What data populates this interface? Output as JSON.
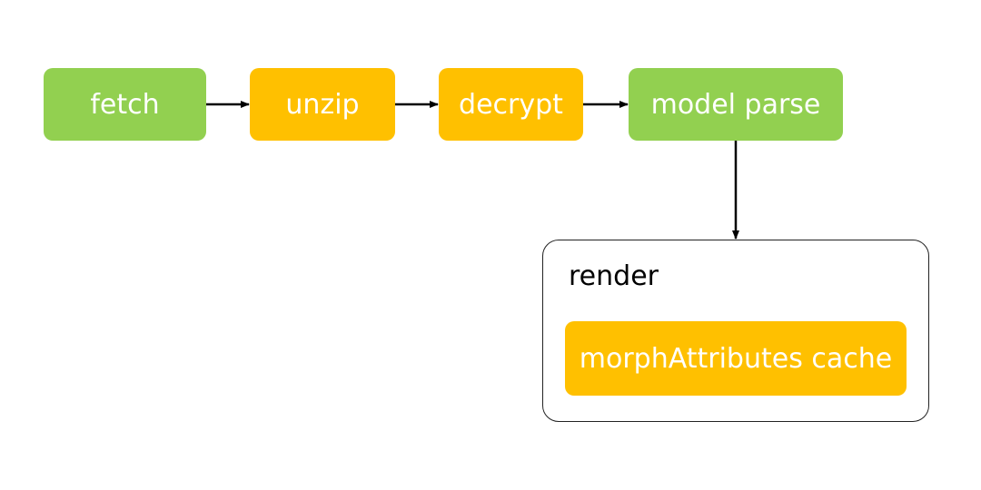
{
  "diagram": {
    "nodes": [
      {
        "id": "fetch",
        "label": "fetch",
        "color": "#92d050"
      },
      {
        "id": "unzip",
        "label": "unzip",
        "color": "#ffc000"
      },
      {
        "id": "decrypt",
        "label": "decrypt",
        "color": "#ffc000"
      },
      {
        "id": "model_parse",
        "label": "model parse",
        "color": "#92d050"
      }
    ],
    "group": {
      "id": "render",
      "title": "render",
      "children": [
        {
          "id": "morph_cache",
          "label": "morphAttributes cache",
          "color": "#ffc000"
        }
      ]
    },
    "edges": [
      {
        "from": "fetch",
        "to": "unzip"
      },
      {
        "from": "unzip",
        "to": "decrypt"
      },
      {
        "from": "decrypt",
        "to": "model_parse"
      },
      {
        "from": "model_parse",
        "to": "render"
      }
    ]
  }
}
